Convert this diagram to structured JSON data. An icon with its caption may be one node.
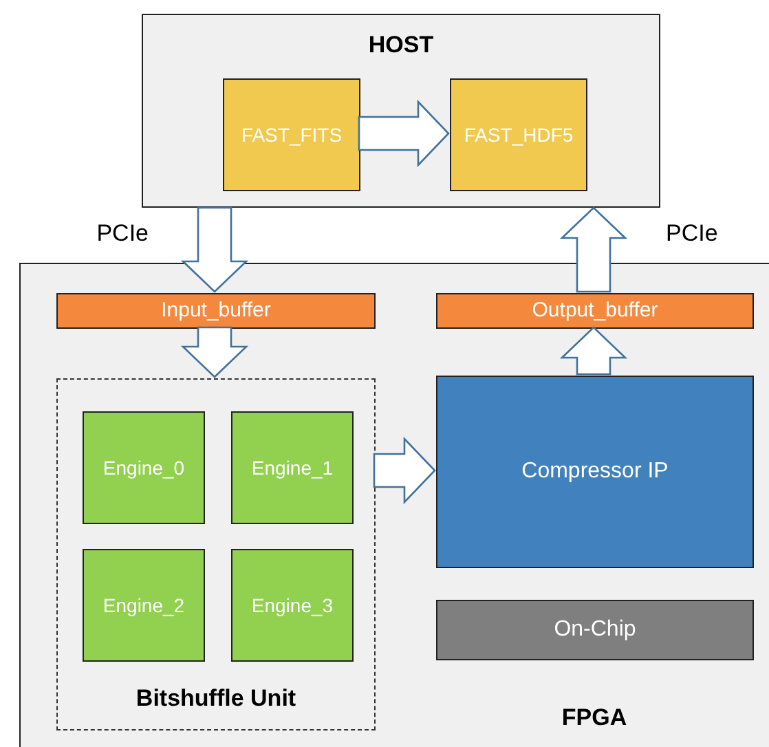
{
  "diagram": {
    "nodes": [
      {
        "text": [
          "HOST"
        ]
      },
      {
        "text": [
          "FAST_FITS"
        ],
        "in": 0
      },
      {
        "text": [
          "FAST_HDF5"
        ],
        "in": 0
      },
      {
        "text": [
          "FPGA"
        ]
      },
      {
        "text": [
          "Input_buffer"
        ],
        "in": 3
      },
      {
        "text": [
          "Output_buffer"
        ],
        "in": 3
      },
      {
        "text": [
          "Bitshuffle Unit"
        ],
        "in": 3
      },
      {
        "text": [
          "Engine_0"
        ],
        "in": 6
      },
      {
        "text": [
          "Engine_1"
        ],
        "in": 6
      },
      {
        "text": [
          "Engine_2"
        ],
        "in": 6
      },
      {
        "text": [
          "Engine_3"
        ],
        "in": 6
      },
      {
        "text": [
          "Compressor IP"
        ],
        "in": 3
      },
      {
        "text": [
          "On-Chip"
        ],
        "in": 3
      }
    ],
    "edges": [
      {
        "from": 1,
        "to": 2,
        "arrow": "to"
      },
      {
        "from": 0,
        "to": 4,
        "arrow": "to",
        "label": "PCIe"
      },
      {
        "from": 4,
        "to": 6,
        "arrow": "to"
      },
      {
        "from": 6,
        "to": 11,
        "arrow": "to"
      },
      {
        "from": 11,
        "to": 5,
        "arrow": "to"
      },
      {
        "from": 5,
        "to": 0,
        "arrow": "to",
        "label": "PCIe"
      }
    ]
  }
}
